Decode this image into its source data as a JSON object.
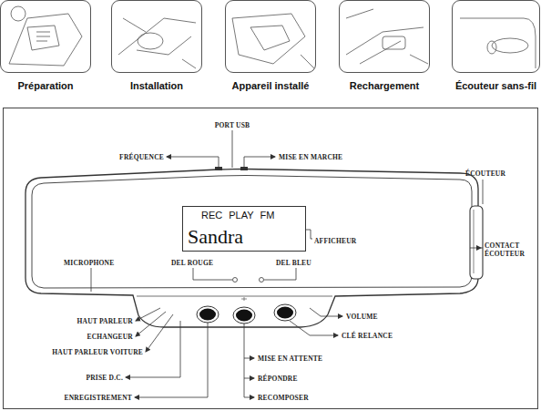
{
  "diagram": {
    "nodes": [
      {
        "text": [
          "Préparation"
        ]
      },
      {
        "text": [
          "Installation"
        ]
      },
      {
        "text": [
          "Appareil installé"
        ]
      },
      {
        "text": [
          "Rechargement"
        ]
      },
      {
        "text": [
          "Écouteur sans-fil"
        ]
      },
      {
        "text": [
          "REC PLAY FM",
          "Sandra"
        ]
      }
    ],
    "labels": [
      "PORT USB",
      "FRÉQUENCE",
      "MISE EN MARCHE",
      "ÉCOUTEUR",
      "AFFICHEUR",
      "CONTACT ÉCOUTEUR",
      "MICROPHONE",
      "DEL ROUGE",
      "DEL BLEU",
      "HAUT PARLEUR",
      "ECHANGEUR",
      "HAUT PARLEUR VOITURE",
      "VOLUME",
      "CLÉ RELANCE",
      "MISE EN ATTENTE",
      "RÉPONDRE",
      "RECOMPOSER",
      "PRISE D.C.",
      "ENREGISTREMENT"
    ]
  }
}
